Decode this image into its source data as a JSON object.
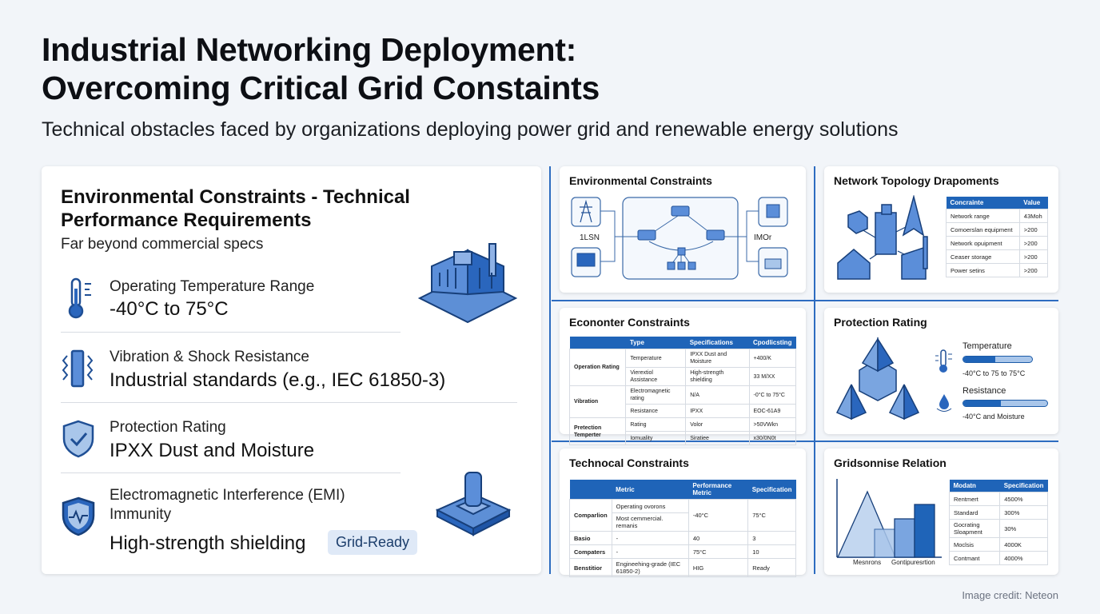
{
  "header": {
    "title_line1": "Industrial Networking Deployment:",
    "title_line2": "Overcoming Critical Grid Constaints",
    "subtitle": "Technical obstacles faced by organizations deploying power grid and renewable energy solutions"
  },
  "left_card": {
    "heading_line1": "Environmental Constraints - Technical",
    "heading_line2": "Performance Requirements",
    "subheading": "Far beyond commercial specs",
    "items": [
      {
        "icon": "thermometer-icon",
        "label": "Operating Temperature Range",
        "value": "-40°C to 75°C"
      },
      {
        "icon": "vibration-icon",
        "label": "Vibration & Shock Resistance",
        "value": "Industrial standards (e.g., IEC 61850-3)"
      },
      {
        "icon": "shield-check-icon",
        "label": "Protection Rating",
        "value": "IPXX Dust and Moisture"
      },
      {
        "icon": "shield-pulse-icon",
        "label": "Electromagnetic Interference (EMI) Immunity",
        "value": "High-strength shielding"
      }
    ],
    "badge": "Grid-Ready"
  },
  "cards": {
    "env": {
      "title": "Environmental Constraints",
      "left_label": "1LSN",
      "right_label": "IMOr"
    },
    "topology": {
      "title": "Network Topology Drapoments",
      "headers": [
        "Concrainte",
        "Value"
      ],
      "rows": [
        [
          "Network range",
          "43Moh"
        ],
        [
          "Comoerslan equipment",
          ">200"
        ],
        [
          "Network opuipment",
          ">200"
        ],
        [
          "Ceaser storage",
          ">200"
        ],
        [
          "Power setins",
          ">200"
        ]
      ]
    },
    "econ": {
      "title": "Econonter Constraints",
      "headers": [
        "",
        "Type",
        "Specifications",
        "Cpodlicsting"
      ],
      "groups": [
        {
          "name": "Operation Rating",
          "rows": [
            [
              "Temperature",
              "IPXX Dust and Moisture",
              "+400/K"
            ],
            [
              "Vierextiol Assistance",
              "High-strength shielding",
              "33 M/XX"
            ]
          ]
        },
        {
          "name": "Vibration",
          "rows": [
            [
              "Electromagnetic rating",
              "N/A",
              "-0°C to 75°C"
            ],
            [
              "Resistance",
              "IPXX",
              "EOC-61A9"
            ]
          ]
        },
        {
          "name": "Pretection Temperter",
          "rows": [
            [
              "Rating",
              "Volor",
              ">50VWkn"
            ],
            [
              "Iomuality",
              "Siratiee",
              "x30/0N0t"
            ]
          ]
        }
      ]
    },
    "protection": {
      "title": "Protection Rating",
      "temp_label": "Temperature",
      "temp_value": "-40°C to 75 to 75°C",
      "temp_level": 0.46,
      "res_label": "Resistance",
      "res_value": "-40°C and Moisture",
      "res_level": 0.45
    },
    "tech": {
      "title": "Technocal Constraints",
      "headers": [
        "",
        "Metric",
        "Performance Metric",
        "Specification"
      ],
      "comparison": {
        "name": "Comparlion",
        "metrics": [
          "Operating ovorons",
          "Most cemmercial. remanis"
        ],
        "perf": "-40°C",
        "spec": "75°C"
      },
      "rows": [
        [
          "Basio",
          "-",
          "40",
          "3"
        ],
        [
          "Compaters",
          "-",
          "75°C",
          "10"
        ],
        [
          "Benstitior",
          "Engineehing-grade (IEC 61850-2)",
          "HIG",
          "Ready"
        ]
      ]
    },
    "grid": {
      "title": "Gridsonnise Relation",
      "x_labels": [
        "Mesnrons",
        "Gontipuresrtion"
      ],
      "headers": [
        "Modatn",
        "Specification"
      ],
      "rows": [
        [
          "Rentmert",
          "4500%"
        ],
        [
          "Standard",
          "300%"
        ],
        [
          "Gocrating Sloapment",
          "30%"
        ],
        [
          "Moclsis",
          "4000K"
        ],
        [
          "Contmant",
          "4000%"
        ]
      ]
    }
  },
  "credit": "Image credit: Neteon",
  "colors": {
    "accent": "#1f64b8",
    "light": "#a9c6ea",
    "background": "#f2f5f9"
  }
}
